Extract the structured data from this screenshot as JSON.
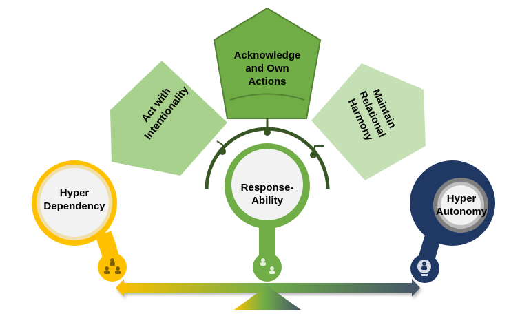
{
  "pentagons": {
    "top": {
      "lines": [
        "Acknowledge",
        "and Own",
        "Actions"
      ],
      "color": "#70ad47"
    },
    "left": {
      "lines": [
        "Act with",
        "Intentionality"
      ],
      "color": "#a9d18e"
    },
    "right": {
      "lines": [
        "Maintain",
        "Relational",
        "Harmony"
      ],
      "color": "#c5e0b4"
    }
  },
  "nodes": {
    "left": {
      "lines": [
        "Hyper",
        "Dependency"
      ],
      "color": "#ffc000",
      "icon": "hierarchy-people-icon"
    },
    "center": {
      "lines": [
        "Response-",
        "Ability"
      ],
      "color": "#70ad47",
      "icon": "exchange-people-icon"
    },
    "right": {
      "lines": [
        "Hyper",
        "Autonomy"
      ],
      "color": "#203864",
      "icon": "lightbulb-person-icon"
    }
  },
  "arc_color": "#375623"
}
